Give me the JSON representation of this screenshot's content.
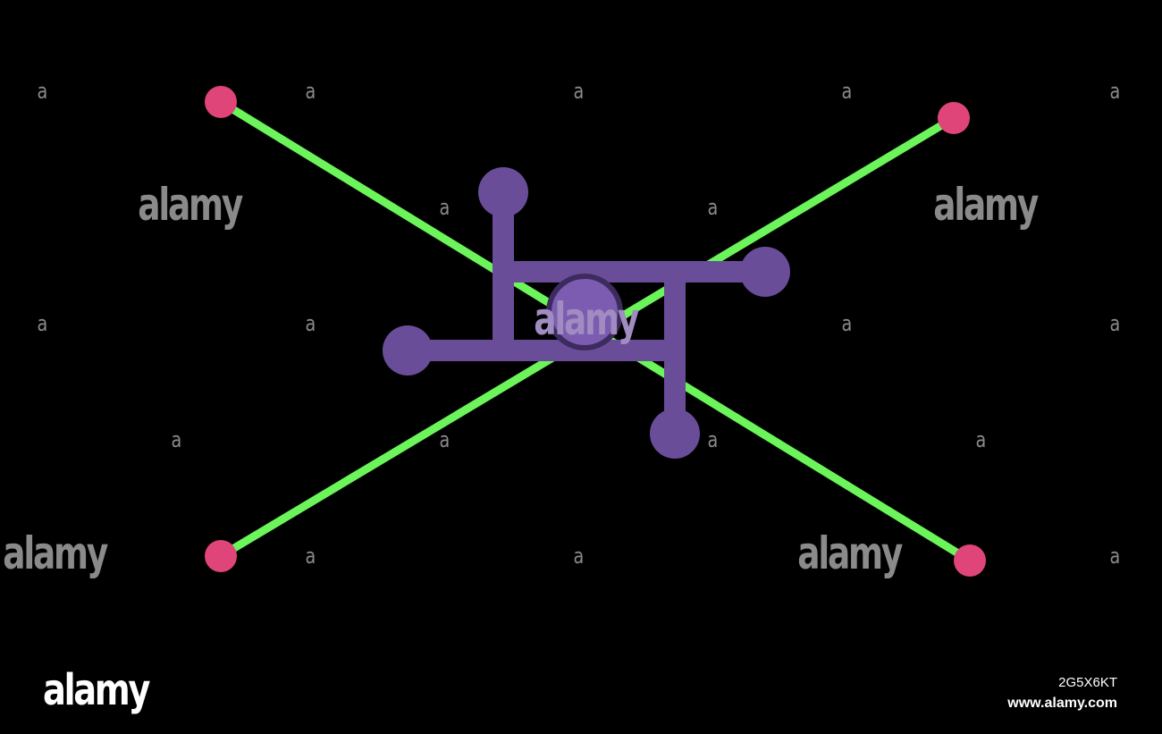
{
  "colors": {
    "background": "#000000",
    "connector_line": "#6cf55a",
    "endpoint": "#e0457a",
    "device_body": "#6a4d99",
    "device_center": "#7b5cb0",
    "device_center_outline": "#3d2a5e",
    "watermark": "#8a8a8a",
    "footer_text": "#ffffff"
  },
  "watermark": {
    "small_text": "a",
    "large_text": "alamy"
  },
  "footer": {
    "logo": "alamy",
    "image_id": "2G5X6KT",
    "url": "www.alamy.com"
  }
}
